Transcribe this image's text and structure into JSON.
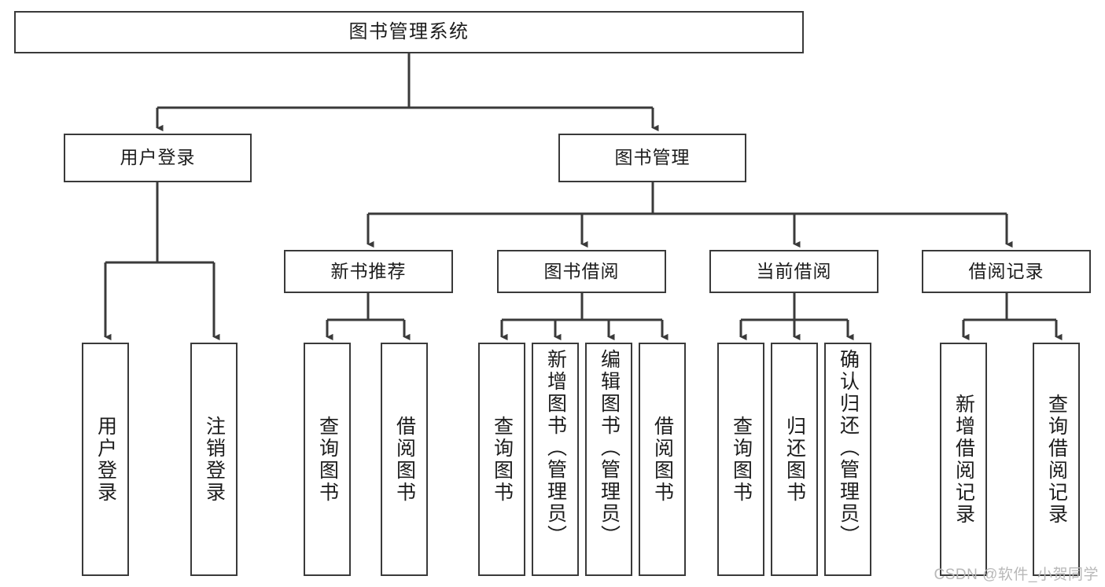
{
  "diagram": {
    "title": "图书管理系统",
    "watermark": "CSDN @软件_小贺同学",
    "colors": {
      "background": "#ffffff",
      "node_border": "#3a3a3a",
      "node_fill": "#ffffff",
      "edge": "#3a3a3a",
      "text": "#1c1c1c",
      "watermark": "#b8b8b8"
    },
    "root": {
      "label": "图书管理系统"
    },
    "branches": [
      {
        "label": "用户登录"
      },
      {
        "label": "图书管理"
      }
    ],
    "sub_branches": [
      {
        "label": "新书推荐"
      },
      {
        "label": "图书借阅"
      },
      {
        "label": "当前借阅"
      },
      {
        "label": "借阅记录"
      }
    ],
    "leaves": [
      {
        "label": "用户登录",
        "parent": "用户登录"
      },
      {
        "label": "注销登录",
        "parent": "用户登录"
      },
      {
        "label": "查询图书",
        "parent": "新书推荐"
      },
      {
        "label": "借阅图书",
        "parent": "新书推荐"
      },
      {
        "label": "查询图书",
        "parent": "图书借阅"
      },
      {
        "label": "新增图书（管理员）",
        "parent": "图书借阅"
      },
      {
        "label": "编辑图书（管理员）",
        "parent": "图书借阅"
      },
      {
        "label": "借阅图书",
        "parent": "图书借阅"
      },
      {
        "label": "查询图书",
        "parent": "当前借阅"
      },
      {
        "label": "归还图书",
        "parent": "当前借阅"
      },
      {
        "label": "确认归还（管理员）",
        "parent": "当前借阅"
      },
      {
        "label": "新增借阅记录",
        "parent": "借阅记录"
      },
      {
        "label": "查询借阅记录",
        "parent": "借阅记录"
      }
    ]
  }
}
